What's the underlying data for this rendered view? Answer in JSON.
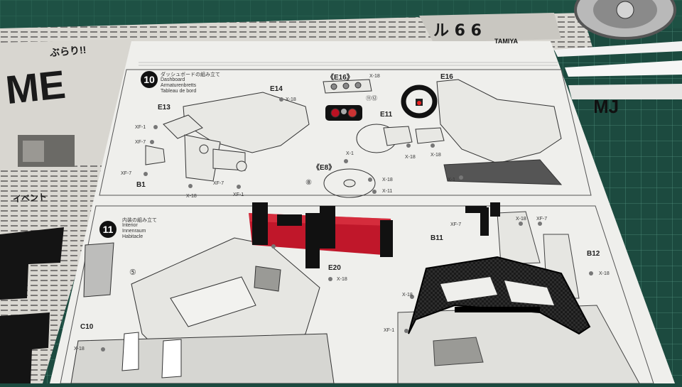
{
  "brand": "TAMIYA",
  "step10": {
    "number": "10",
    "title_ja": "ダッシュボードの組み立て",
    "title_de": "Armaturenbretts",
    "title_en": "Dashboard",
    "title_fr": "Tableau de bord"
  },
  "step11": {
    "number": "11",
    "title_ja": "内装の組み立て",
    "title_en": "Interior",
    "title_de": "Innenraum",
    "title_fr": "Habitacle"
  },
  "part_labels": {
    "e14": "E14",
    "e13": "E13",
    "e16_top": "《E16》",
    "e16": "E16",
    "e11": "E11",
    "e8": "《E8》",
    "b1": "B1",
    "e20": "E20",
    "b11": "B11",
    "b12": "B12",
    "c10": "C10",
    "xf1_a": "XF-1",
    "xf1_b": "XF-1",
    "xf1_c": "XF-1",
    "xf7_a": "XF-7",
    "xf7_b": "XF-7",
    "xf7_c": "XF-7",
    "xf7_d": "XF-7",
    "xf7_e": "XF-7",
    "x18_a": "X-18",
    "x18_b": "X-18",
    "x18_c": "X-18",
    "x18_d": "X-18",
    "x18_e": "X-18",
    "x18_f": "X-18",
    "x18_g": "X-18",
    "x18_h": "X-18",
    "x18_i": "X-18",
    "x18_j": "X-18",
    "x18_k": "X-18",
    "x11": "X-11",
    "x1_a": "X-1",
    "x1_b": "X-1",
    "circled_8": "⑧",
    "circled_5": "⑤",
    "circled_11_12": "⑪⑫"
  },
  "newspaper": {
    "big_letters": "ME",
    "mast_ja": "ぶらり!!",
    "strip_left": "イベント",
    "strip_right": "MJ"
  },
  "colors": {
    "mat": "#1c4a3f",
    "grid_line": "#4f8f7c",
    "paper": "#efefec",
    "newsprint": "#d9d7d1",
    "accent_red": "#c0172a",
    "black_part": "#141414"
  }
}
